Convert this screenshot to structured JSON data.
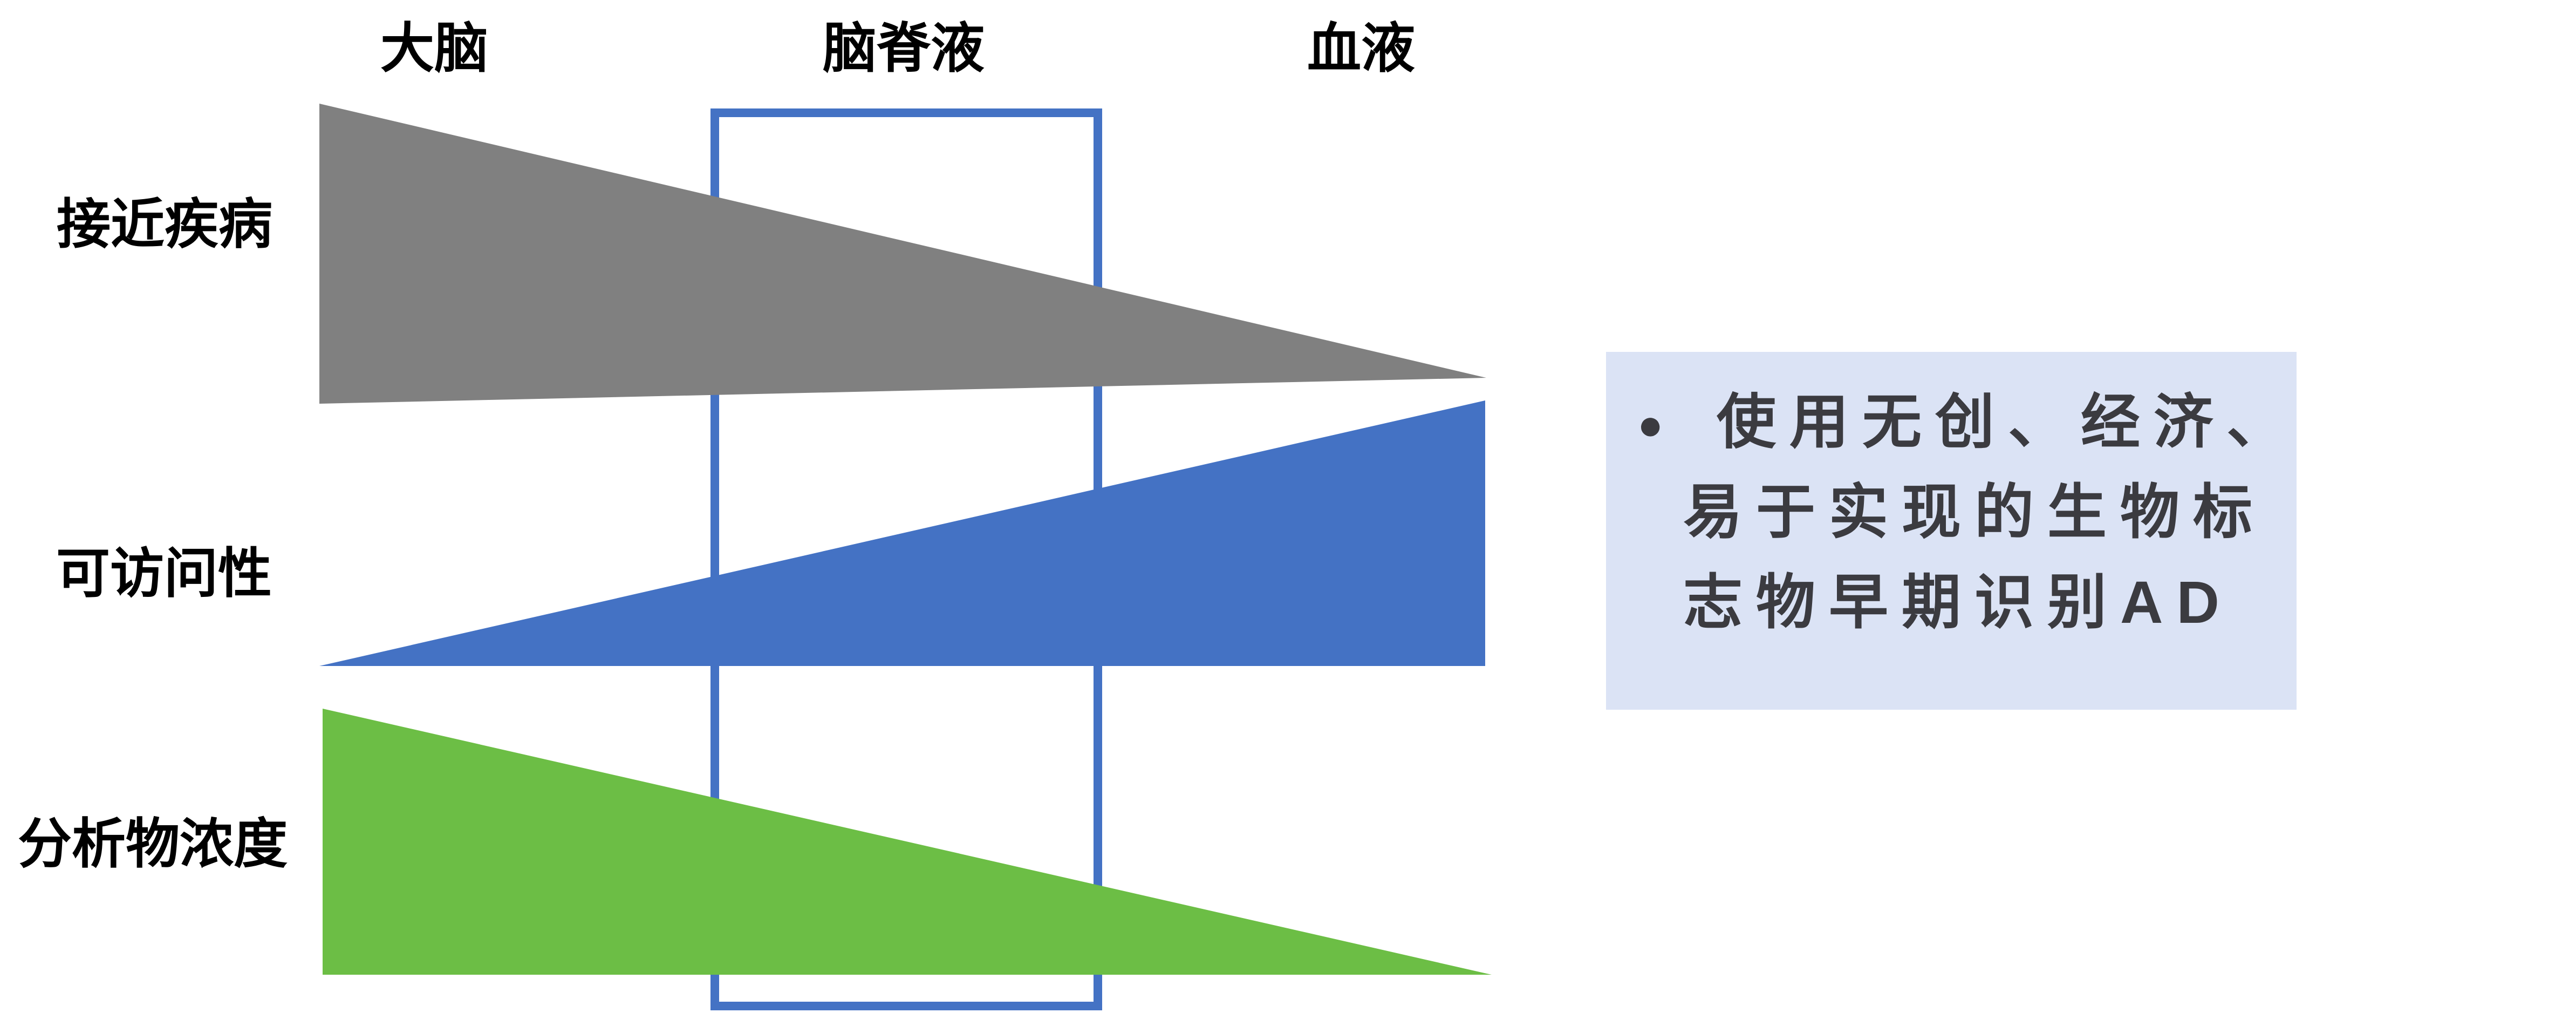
{
  "columns": {
    "headers": [
      {
        "label": "大脑"
      },
      {
        "label": "脑脊液"
      },
      {
        "label": "血液"
      }
    ]
  },
  "rows": [
    {
      "label": "接近疾病",
      "shape": "triangle-wide-left",
      "direction": "decreases from brain to blood",
      "color": "#808080"
    },
    {
      "label": "可访问性",
      "shape": "triangle-wide-right",
      "direction": "increases from brain to blood",
      "color": "#4472C4"
    },
    {
      "label": "分析物浓度",
      "shape": "triangle-wide-left",
      "direction": "decreases from brain to blood",
      "color": "#6CBE45"
    }
  ],
  "highlight": {
    "column": "脑脊液",
    "border_color": "#4472C4"
  },
  "note_box": {
    "bullet": "●",
    "lines": [
      "使用无创、经济、",
      "易于实现的生物标",
      "志物早期识别AD"
    ],
    "background": "#DBE3F5",
    "text_color": "#3B3B40"
  }
}
